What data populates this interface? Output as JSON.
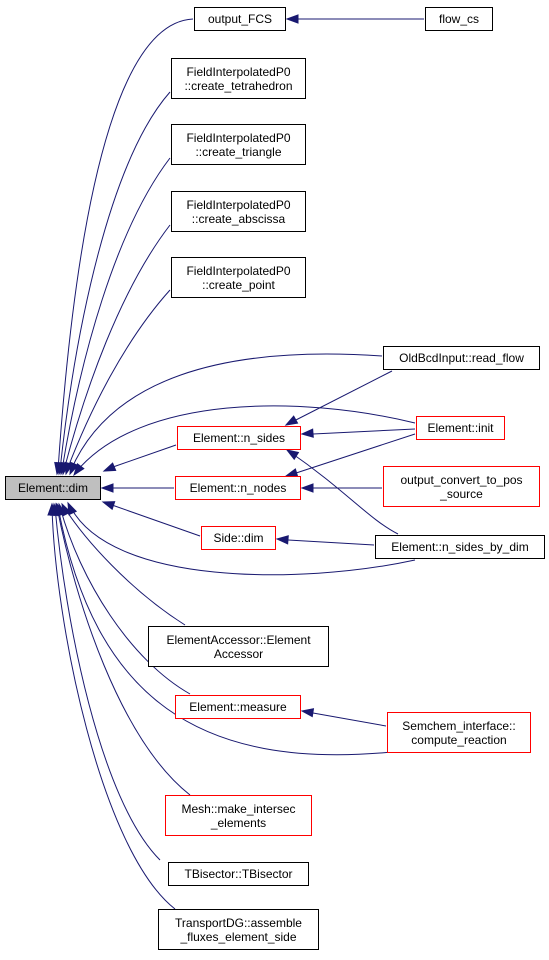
{
  "colors": {
    "edge": "#191970",
    "border": "#000000",
    "border_incomplete": "#ff0000",
    "root_fill": "#bfbfbf"
  },
  "nodes": {
    "element_dim": {
      "lines": [
        "Element::dim"
      ]
    },
    "output_fcs": {
      "lines": [
        "output_FCS"
      ]
    },
    "flow_cs": {
      "lines": [
        "flow_cs"
      ]
    },
    "create_tetrahedron": {
      "lines": [
        "FieldInterpolatedP0",
        "::create_tetrahedron"
      ]
    },
    "create_triangle": {
      "lines": [
        "FieldInterpolatedP0",
        "::create_triangle"
      ]
    },
    "create_abscissa": {
      "lines": [
        "FieldInterpolatedP0",
        "::create_abscissa"
      ]
    },
    "create_point": {
      "lines": [
        "FieldInterpolatedP0",
        "::create_point"
      ]
    },
    "read_flow": {
      "lines": [
        "OldBcdInput::read_flow"
      ]
    },
    "n_sides": {
      "lines": [
        "Element::n_sides"
      ]
    },
    "element_init": {
      "lines": [
        "Element::init"
      ]
    },
    "n_nodes": {
      "lines": [
        "Element::n_nodes"
      ]
    },
    "output_convert": {
      "lines": [
        "output_convert_to_pos",
        "_source"
      ]
    },
    "side_dim": {
      "lines": [
        "Side::dim"
      ]
    },
    "n_sides_by_dim": {
      "lines": [
        "Element::n_sides_by_dim"
      ]
    },
    "element_accessor": {
      "lines": [
        "ElementAccessor::Element",
        "Accessor"
      ]
    },
    "element_measure": {
      "lines": [
        "Element::measure"
      ]
    },
    "compute_reaction": {
      "lines": [
        "Semchem_interface::",
        "compute_reaction"
      ]
    },
    "make_intersec": {
      "lines": [
        "Mesh::make_intersec",
        "_elements"
      ]
    },
    "tbisector": {
      "lines": [
        "TBisector::TBisector"
      ]
    },
    "assemble_fluxes": {
      "lines": [
        "TransportDG::assemble",
        "_fluxes_element_side"
      ]
    }
  }
}
